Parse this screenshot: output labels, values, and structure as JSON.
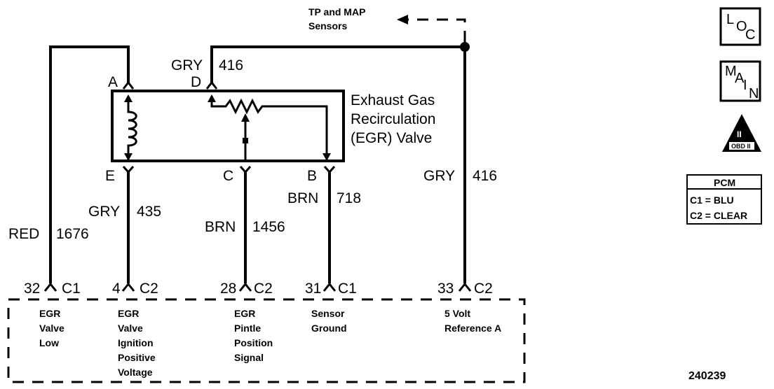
{
  "figure_id": "240239",
  "legend": {
    "loc": {
      "l": "L",
      "o": "O",
      "c": "C"
    },
    "main": {
      "m": "M",
      "a": "A",
      "i": "I",
      "n": "N"
    },
    "obd_logo": {
      "numeral": "II",
      "text": "OBD II"
    },
    "pcm": {
      "title": "PCM",
      "c1": "C1 = BLU",
      "c2": "C2 = CLEAR"
    }
  },
  "sensors_label": [
    "TP and MAP",
    "Sensors"
  ],
  "component": {
    "name": [
      "Exhaust Gas",
      "Recirculation",
      "(EGR) Valve"
    ]
  },
  "pins": {
    "A": "A",
    "D": "D",
    "E": "E",
    "C": "C",
    "B": "B"
  },
  "wires": [
    {
      "id": "1676",
      "color": "RED"
    },
    {
      "id": "435",
      "color": "GRY"
    },
    {
      "id": "1456",
      "color": "BRN"
    },
    {
      "id": "718",
      "color": "BRN"
    },
    {
      "id": "416",
      "color": "GRY"
    },
    {
      "id": "416",
      "color": "GRY"
    }
  ],
  "pcm_pins": [
    {
      "pin": "32",
      "conn": "C1",
      "desc": [
        "EGR",
        "Valve",
        "Low"
      ]
    },
    {
      "pin": "4",
      "conn": "C2",
      "desc": [
        "EGR",
        "Valve",
        "Ignition",
        "Positive",
        "Voltage"
      ]
    },
    {
      "pin": "28",
      "conn": "C2",
      "desc": [
        "EGR",
        "Pintle",
        "Position",
        "Signal"
      ]
    },
    {
      "pin": "31",
      "conn": "C1",
      "desc": [
        "Sensor",
        "Ground"
      ]
    },
    {
      "pin": "33",
      "conn": "C2",
      "desc": [
        "5 Volt",
        "Reference A"
      ]
    }
  ]
}
